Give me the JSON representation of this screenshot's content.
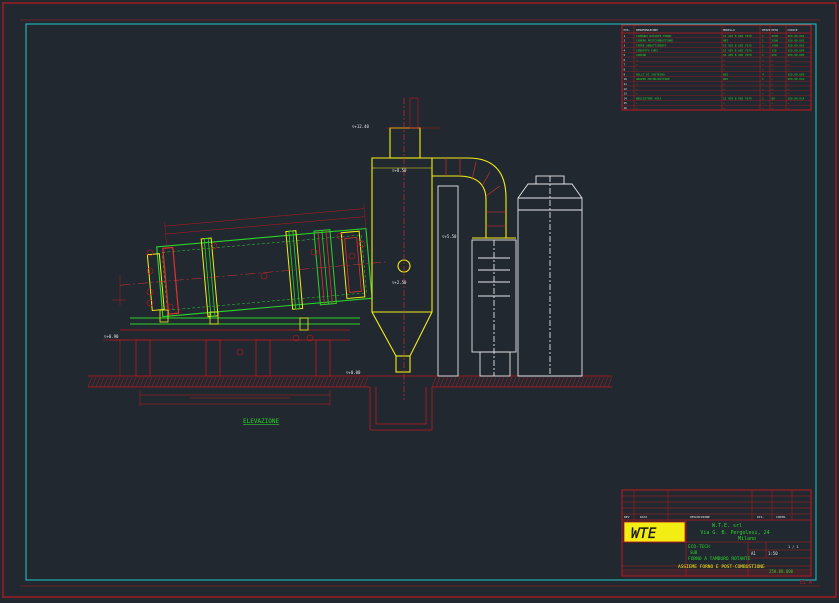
{
  "drawing": {
    "view_label": "ELEVAZIONE",
    "corner_label": "E1 W",
    "levels": {
      "lv1": "▽+12.40",
      "lv2": "▽+8.50",
      "lv3": "▽+5.50",
      "lv4": "▽+2.50",
      "lv5": "▽+0.90",
      "lv6": "▽+0.00"
    }
  },
  "bom": {
    "headers": [
      "POS.",
      "DENOMINAZIONE",
      "MODELLO",
      "PEZZI",
      "PESO",
      "CODICE"
    ],
    "rows": [
      [
        "1",
        "TAMBURO ROTANTE FORNO",
        "SI 429 B UNI 7070",
        "1",
        "2000",
        "250.00.001"
      ],
      [
        "2",
        "CAMERA POSTCOMBUSTIONE",
        "UNI",
        "1",
        "3500",
        "250.00.002"
      ],
      [
        "3",
        "TORRE ABBATTIMENTO",
        "SI 429 B UNI 7070",
        "1",
        "1400",
        "250.00.003"
      ],
      [
        "4",
        "CONDOTTO FUMI",
        "SI 429 B UNI 7070",
        "1",
        "320",
        "250.00.004"
      ],
      [
        "5",
        "CAMINO",
        "SI 429 B UNI 7070",
        "1",
        "450",
        "250.00.005"
      ],
      [
        "6",
        "—",
        "—",
        "—",
        "—",
        "—"
      ],
      [
        "7",
        "—",
        "—",
        "—",
        "—",
        "—"
      ],
      [
        "8",
        "—",
        "—",
        "—",
        "—",
        "—"
      ],
      [
        "9",
        "RULLI DI SOSTEGNO",
        "UNI",
        "4",
        "—",
        "250.00.009"
      ],
      [
        "10",
        "GRUPPO MOTORIDUTTORE",
        "UNI",
        "1",
        "—",
        "250.00.010"
      ],
      [
        "11",
        "—",
        "—",
        "—",
        "—",
        "—"
      ],
      [
        "12",
        "—",
        "—",
        "—",
        "—",
        "—"
      ],
      [
        "13",
        "—",
        "—",
        "—",
        "—",
        "—"
      ],
      [
        "14",
        "BRUCIATORE ARIA",
        "SI 429 B UNI 7070",
        "1",
        "80",
        "250.00.014"
      ],
      [
        "15",
        "—",
        "—",
        "—",
        "—",
        "—"
      ],
      [
        "16",
        "—",
        "—",
        "—",
        "—",
        "—"
      ]
    ]
  },
  "title_block": {
    "logo": "WTE",
    "company": "W.T.E. srl",
    "address": "Via G. B. Pergolesi, 24",
    "city": "Milano",
    "project": "ECO-TECH",
    "client": "SUB",
    "title1": "FORNO A TAMBURO ROTANTE",
    "title2": "ASSIEME FORNO E POST-COMBUSTIONE",
    "code": "250.00.000",
    "scale": "1:50",
    "sheet": "1 / 1",
    "format": "A1",
    "rev_labels": [
      "REV",
      "DATA",
      "DESCRIZIONE",
      "DIS.",
      "CONTR."
    ]
  }
}
